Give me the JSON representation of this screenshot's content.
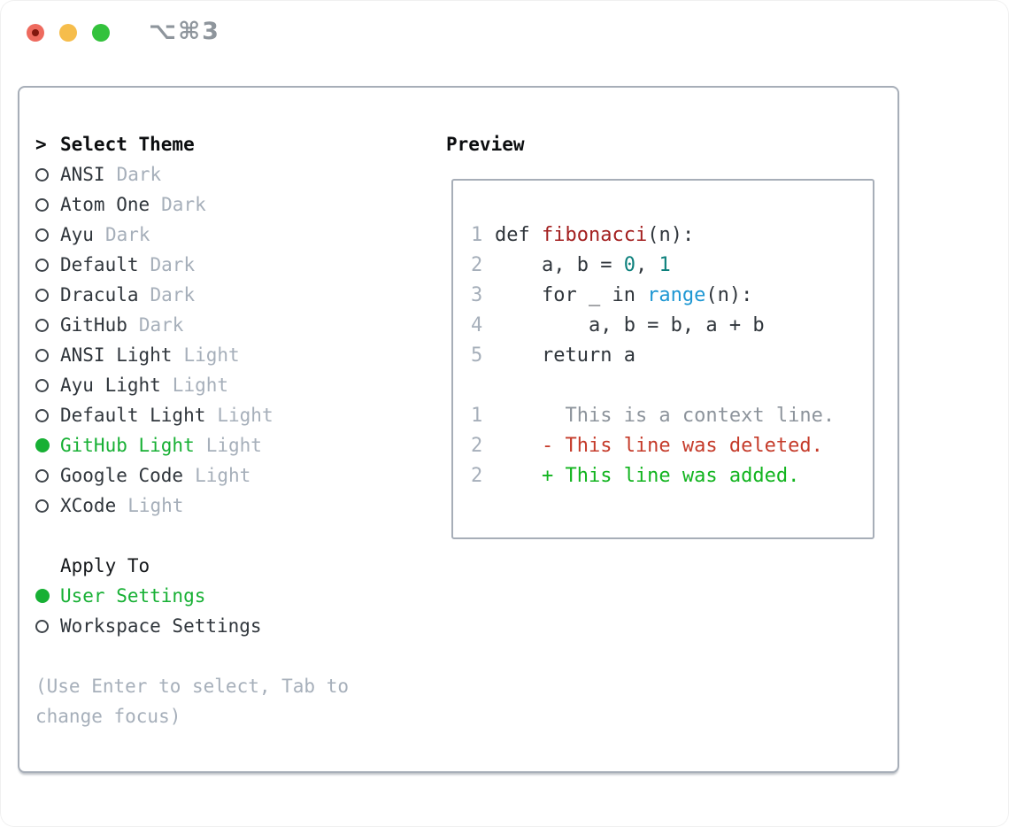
{
  "titlebar": {
    "shortcut_label": "⌥⌘3",
    "traffic_lights": [
      {
        "name": "close",
        "color": "#ee6a5e",
        "dot_color": "#82170e"
      },
      {
        "name": "minimize",
        "color": "#f6bd4b"
      },
      {
        "name": "zoom",
        "color": "#33c23c"
      }
    ]
  },
  "colors": {
    "accent_green": "#17b034",
    "muted": "#a6afba",
    "text": "#30363c",
    "heading": "#0b0d0f",
    "border": "#a7aeb8",
    "title_gray": "#8e959c",
    "func_red": "#a32020",
    "num_teal": "#0d807c",
    "builtin_blue": "#1e97d3",
    "context_gray": "#8d949c",
    "deleted_red": "#c53b2a",
    "added_green": "#12b41f"
  },
  "theme_picker": {
    "cursor": ">",
    "header": "Select Theme",
    "themes": [
      {
        "name": "ANSI",
        "variant": "Dark",
        "selected": false
      },
      {
        "name": "Atom One",
        "variant": "Dark",
        "selected": false
      },
      {
        "name": "Ayu",
        "variant": "Dark",
        "selected": false
      },
      {
        "name": "Default",
        "variant": "Dark",
        "selected": false
      },
      {
        "name": "Dracula",
        "variant": "Dark",
        "selected": false
      },
      {
        "name": "GitHub",
        "variant": "Dark",
        "selected": false
      },
      {
        "name": "ANSI Light",
        "variant": "Light",
        "selected": false
      },
      {
        "name": "Ayu Light",
        "variant": "Light",
        "selected": false
      },
      {
        "name": "Default Light",
        "variant": "Light",
        "selected": false
      },
      {
        "name": "GitHub Light",
        "variant": "Light",
        "selected": true
      },
      {
        "name": "Google Code",
        "variant": "Light",
        "selected": false
      },
      {
        "name": "XCode",
        "variant": "Light",
        "selected": false
      }
    ]
  },
  "apply_to": {
    "header": "Apply To",
    "options": [
      {
        "label": "User Settings",
        "selected": true
      },
      {
        "label": "Workspace Settings",
        "selected": false
      }
    ]
  },
  "hint": "(Use Enter to select, Tab to change focus)",
  "preview": {
    "header": "Preview",
    "code_lines": [
      {
        "number": "1",
        "segments": [
          {
            "text": "def ",
            "style": "code"
          },
          {
            "text": "fibonacci",
            "style": "function"
          },
          {
            "text": "(n):",
            "style": "code"
          }
        ]
      },
      {
        "number": "2",
        "segments": [
          {
            "text": "    a, b = ",
            "style": "code"
          },
          {
            "text": "0",
            "style": "number"
          },
          {
            "text": ", ",
            "style": "code"
          },
          {
            "text": "1",
            "style": "number"
          }
        ]
      },
      {
        "number": "3",
        "segments": [
          {
            "text": "    for _ in ",
            "style": "code"
          },
          {
            "text": "range",
            "style": "builtin"
          },
          {
            "text": "(n):",
            "style": "code"
          }
        ]
      },
      {
        "number": "4",
        "segments": [
          {
            "text": "        a, b = b, a + b",
            "style": "code"
          }
        ]
      },
      {
        "number": "5",
        "segments": [
          {
            "text": "    return a",
            "style": "code"
          }
        ]
      }
    ],
    "diff_lines": [
      {
        "number": "1",
        "segments": [
          {
            "text": "      This is a context line.",
            "style": "context"
          }
        ]
      },
      {
        "number": "2",
        "segments": [
          {
            "text": "    - This line was deleted.",
            "style": "deleted"
          }
        ]
      },
      {
        "number": "2",
        "segments": [
          {
            "text": "    + This line was added.",
            "style": "added"
          }
        ]
      }
    ]
  }
}
